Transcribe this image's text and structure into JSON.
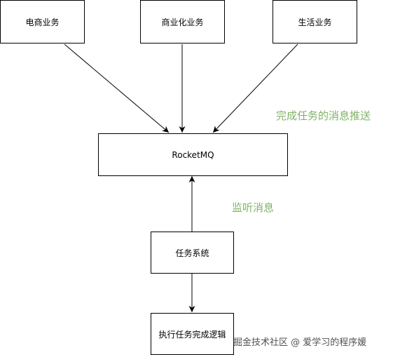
{
  "nodes": {
    "ecommerce": "电商业务",
    "commercial": "商业化业务",
    "life": "生活业务",
    "mq": "RocketMQ",
    "task_system": "任务系统",
    "execute": "执行任务完成逻辑"
  },
  "notes": {
    "push_label": "完成任务的消息推送",
    "listen_label": "监听消息"
  },
  "watermark": "掘金技术社区 @ 爱学习的程序媛",
  "colors": {
    "note_green": "#82b366",
    "stroke": "#000000"
  }
}
